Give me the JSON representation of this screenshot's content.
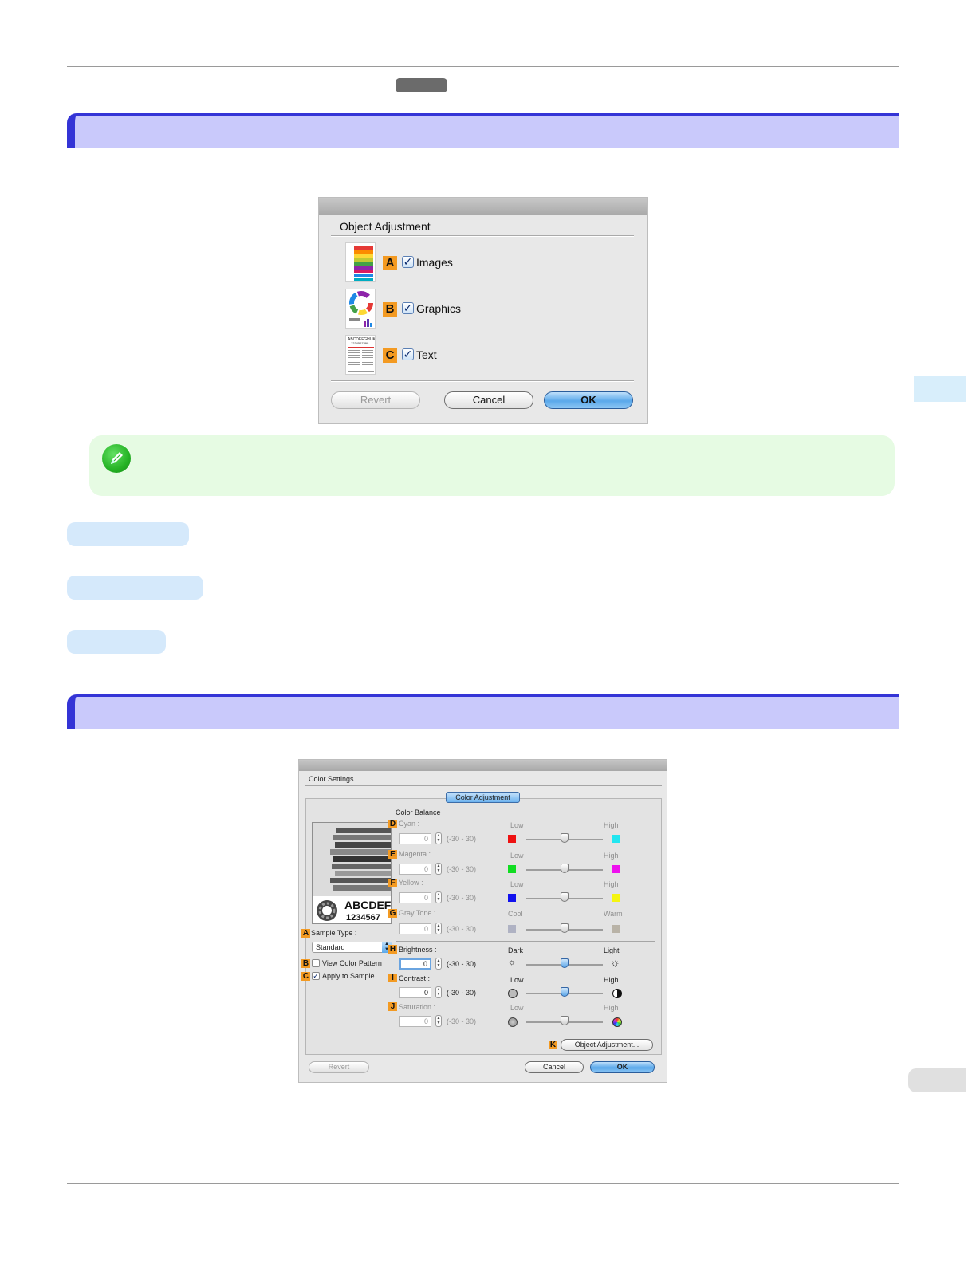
{
  "dialog_object_adjustment": {
    "title": "Object Adjustment",
    "options": [
      {
        "letter": "A",
        "label": "Images",
        "checked": true
      },
      {
        "letter": "B",
        "label": "Graphics",
        "checked": true
      },
      {
        "letter": "C",
        "label": "Text",
        "checked": true
      }
    ],
    "thumb_text": "ABCDEFGHIJK\n1234567890",
    "buttons": {
      "revert": "Revert",
      "cancel": "Cancel",
      "ok": "OK"
    }
  },
  "dialog_color_settings": {
    "title": "Color Settings",
    "tab": "Color Adjustment",
    "section_label": "Color Balance",
    "sample_text_1": "ABCDEF",
    "sample_text_2": "1234567",
    "sample_type_label": "Sample Type :",
    "sample_type_value": "Standard",
    "view_color_pattern": {
      "letter": "B",
      "label": "View Color Pattern",
      "checked": false
    },
    "apply_to_sample": {
      "letter": "C",
      "label": "Apply to Sample",
      "checked": true
    },
    "range_text": "(-30 - 30)",
    "balance_rows": [
      {
        "letter": "D",
        "label": "Cyan :",
        "value": "0",
        "low": "Low",
        "high": "High",
        "low_color": "#ee1111",
        "high_color": "#22e6f0"
      },
      {
        "letter": "E",
        "label": "Magenta :",
        "value": "0",
        "low": "Low",
        "high": "High",
        "low_color": "#11dd22",
        "high_color": "#ee11ee"
      },
      {
        "letter": "F",
        "label": "Yellow :",
        "value": "0",
        "low": "Low",
        "high": "High",
        "low_color": "#1111ee",
        "high_color": "#f5f511"
      },
      {
        "letter": "G",
        "label": "Gray Tone :",
        "value": "0",
        "low": "Cool",
        "high": "Warm",
        "low_color": "#a0a4b8",
        "high_color": "#b2aa9a"
      }
    ],
    "adjust_rows": [
      {
        "letter": "H",
        "label": "Brightness :",
        "value": "0",
        "low": "Dark",
        "high": "Light"
      },
      {
        "letter": "I",
        "label": "Contrast :",
        "value": "0",
        "low": "Low",
        "high": "High"
      },
      {
        "letter": "J",
        "label": "Saturation :",
        "value": "0",
        "low": "Low",
        "high": "High"
      }
    ],
    "object_adjustment_letter": "K",
    "object_adjustment_button": "Object Adjustment...",
    "buttons": {
      "revert": "Revert",
      "cancel": "Cancel",
      "ok": "OK"
    }
  },
  "letters": {
    "A": "A"
  }
}
